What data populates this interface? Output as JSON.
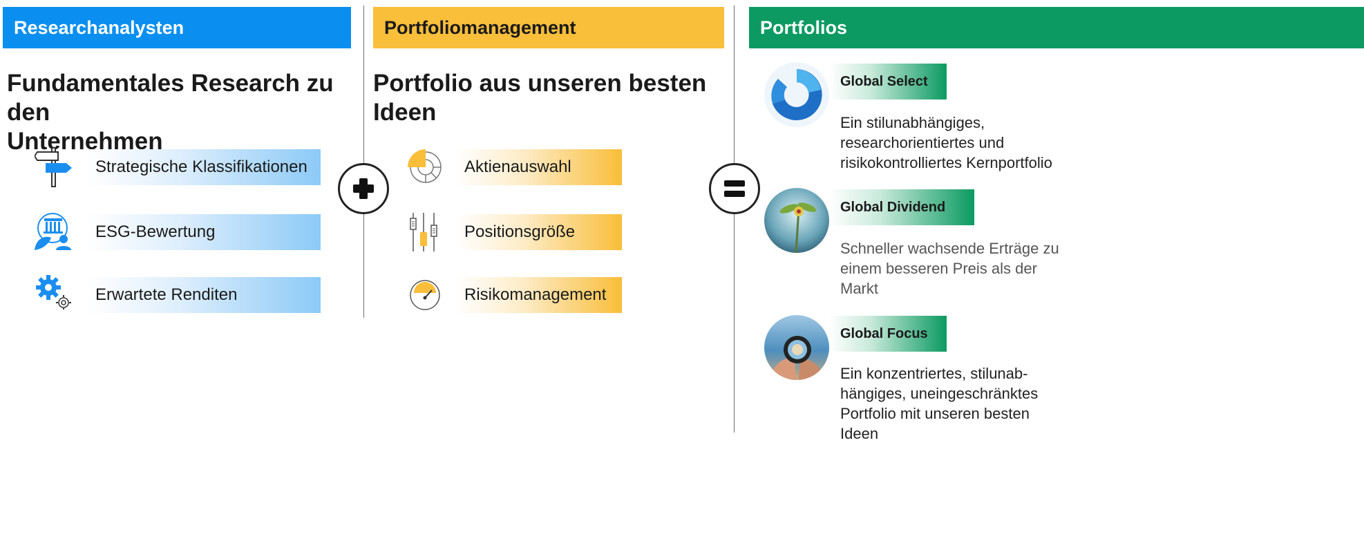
{
  "columns": {
    "research": {
      "header": "Researchanalysten",
      "title_line1": "Fundamentales Research zu den",
      "title_line2": "Unternehmen",
      "items": [
        {
          "label": "Strategische Klassifikationen",
          "icon": "signpost-icon"
        },
        {
          "label": "ESG-Bewertung",
          "icon": "esg-icon"
        },
        {
          "label": "Erwartete Renditen",
          "icon": "gears-icon"
        }
      ],
      "color": "#0a8ff0"
    },
    "portfolio_mgmt": {
      "header": "Portfoliomanagement",
      "title_line1": "Portfolio aus unseren besten",
      "title_line2": "Ideen",
      "items": [
        {
          "label": "Aktienauswahl",
          "icon": "donut-chart-icon"
        },
        {
          "label": "Positionsgröße",
          "icon": "sliders-icon"
        },
        {
          "label": "Risikomanagement",
          "icon": "gauge-icon"
        }
      ],
      "color": "#f9be3a"
    },
    "portfolios": {
      "header": "Portfolios",
      "items": [
        {
          "name": "Global Select",
          "desc": [
            "Ein stilunabhängiges,",
            "researchorientiertes und",
            "risikokontrolliertes Kernportfolio"
          ],
          "icon": "global-select-logo"
        },
        {
          "name": "Global Dividend",
          "desc": [
            "Schneller wachsende Erträge zu",
            "einem besseren Preis als der",
            "Markt"
          ],
          "icon": "plant-photo"
        },
        {
          "name": "Global Focus",
          "desc": [
            "Ein konzentriertes, stilunab-",
            "hängiges, uneingeschränktes",
            "Portfolio mit unseren besten",
            "Ideen"
          ],
          "icon": "lens-photo"
        }
      ],
      "color": "#0c9a62"
    }
  },
  "operators": {
    "plus": "plus-icon",
    "equals": "equals-icon"
  }
}
